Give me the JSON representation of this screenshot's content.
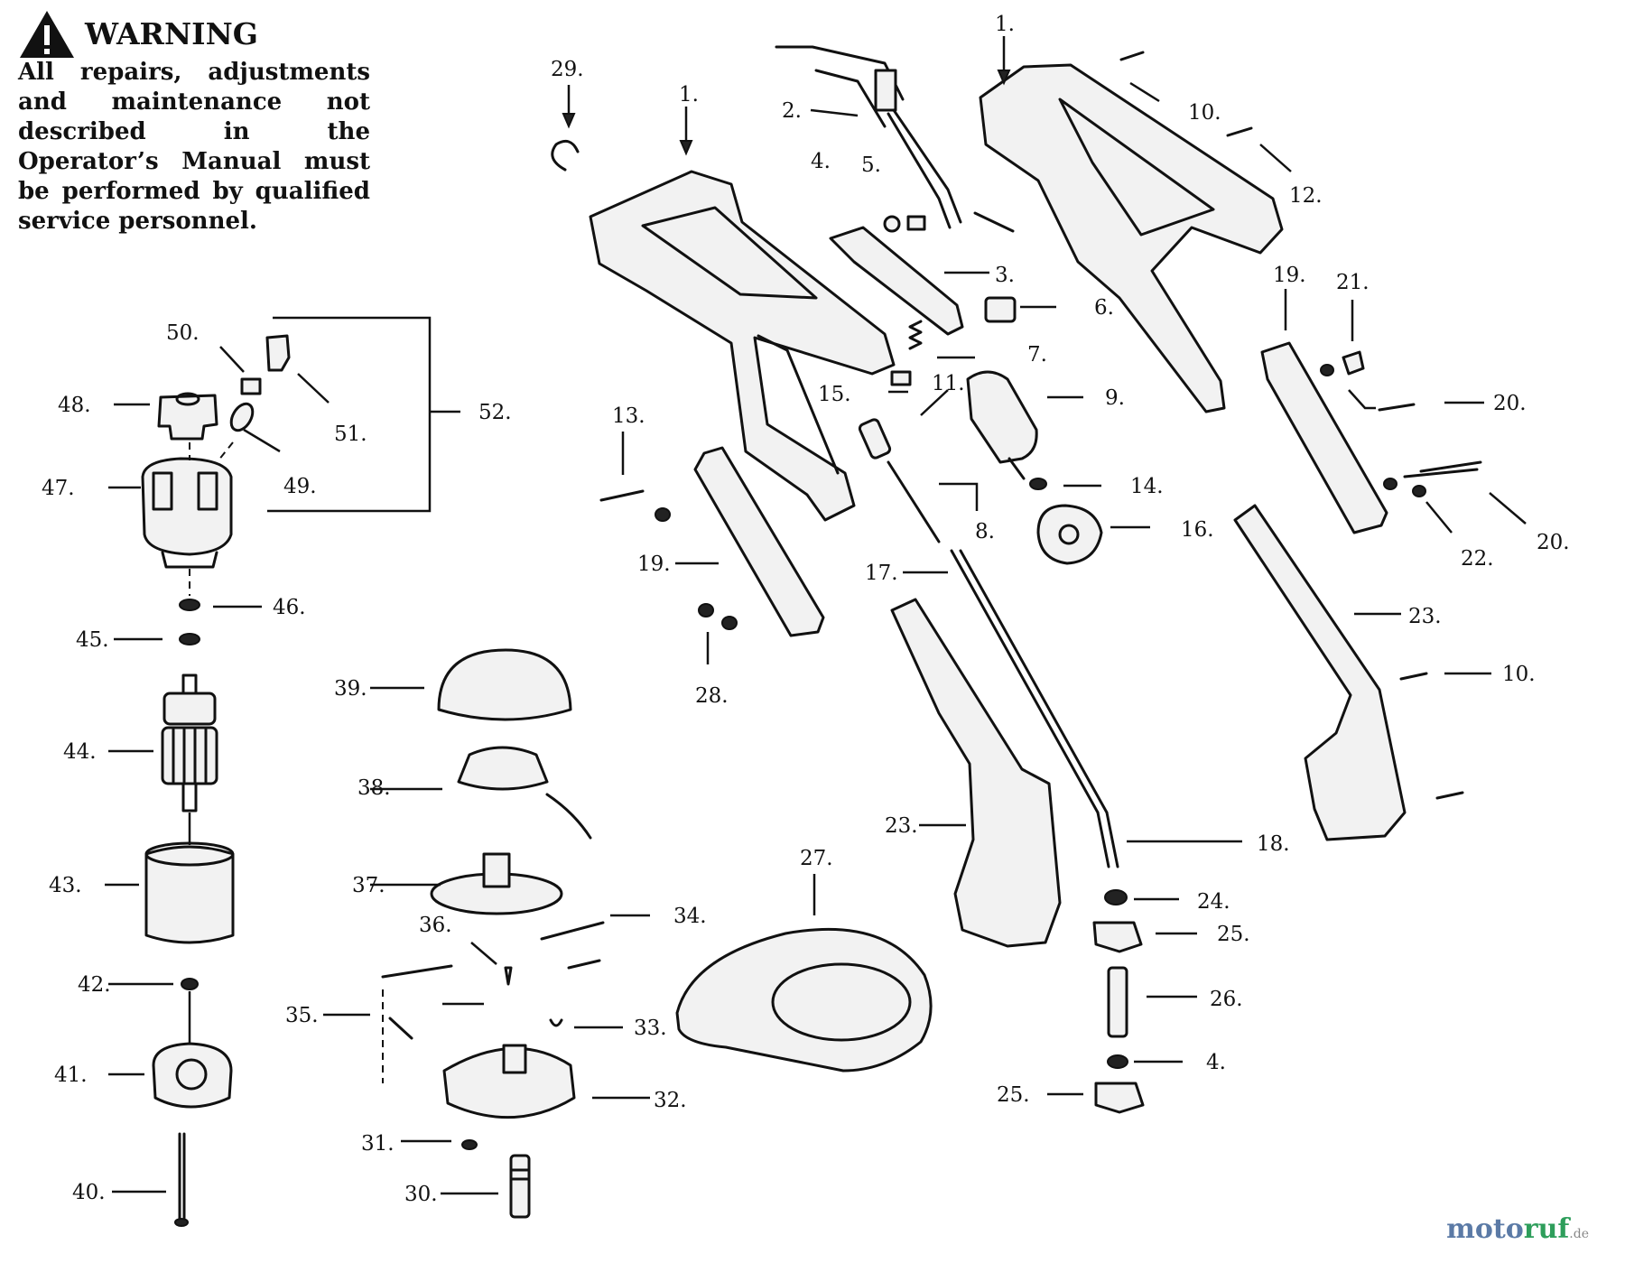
{
  "warning": {
    "title": "WARNING",
    "text": "All repairs, adjustments and maintenance not described in the Operator’s Manual must be performed by qualified service personnel."
  },
  "callouts": [
    "1.",
    "1.",
    "2.",
    "3.",
    "4.",
    "4.",
    "5.",
    "6.",
    "7.",
    "8.",
    "9.",
    "10.",
    "10.",
    "11.",
    "12.",
    "13.",
    "14.",
    "15.",
    "16.",
    "17.",
    "18.",
    "19.",
    "19.",
    "20.",
    "20.",
    "21.",
    "22.",
    "23.",
    "23.",
    "24.",
    "25.",
    "25.",
    "26.",
    "27.",
    "28.",
    "29.",
    "30.",
    "31.",
    "32.",
    "33.",
    "34.",
    "35.",
    "36.",
    "37.",
    "38.",
    "39.",
    "40.",
    "41.",
    "42.",
    "43.",
    "44.",
    "45.",
    "46.",
    "47.",
    "48.",
    "49.",
    "50.",
    "51.",
    "52."
  ],
  "watermark": {
    "brand_a": "moto",
    "brand_b": "ruf",
    "suffix": ".de"
  }
}
